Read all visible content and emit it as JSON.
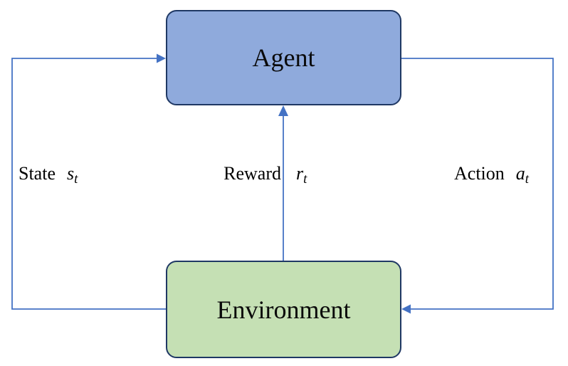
{
  "nodes": {
    "agent": {
      "label": "Agent"
    },
    "environment": {
      "label": "Environment"
    }
  },
  "edges": {
    "state": {
      "word": "State",
      "symbol": "s",
      "subscript": "t"
    },
    "reward": {
      "word": "Reward",
      "symbol": "r",
      "subscript": "t"
    },
    "action": {
      "word": "Action",
      "symbol": "a",
      "subscript": "t"
    }
  },
  "colors": {
    "agent_fill": "#8FAADC",
    "environment_fill": "#C5E0B4",
    "node_border": "#1F3864",
    "arrow": "#4472C4",
    "label_text": "#000000",
    "background": "#FFFFFF"
  }
}
